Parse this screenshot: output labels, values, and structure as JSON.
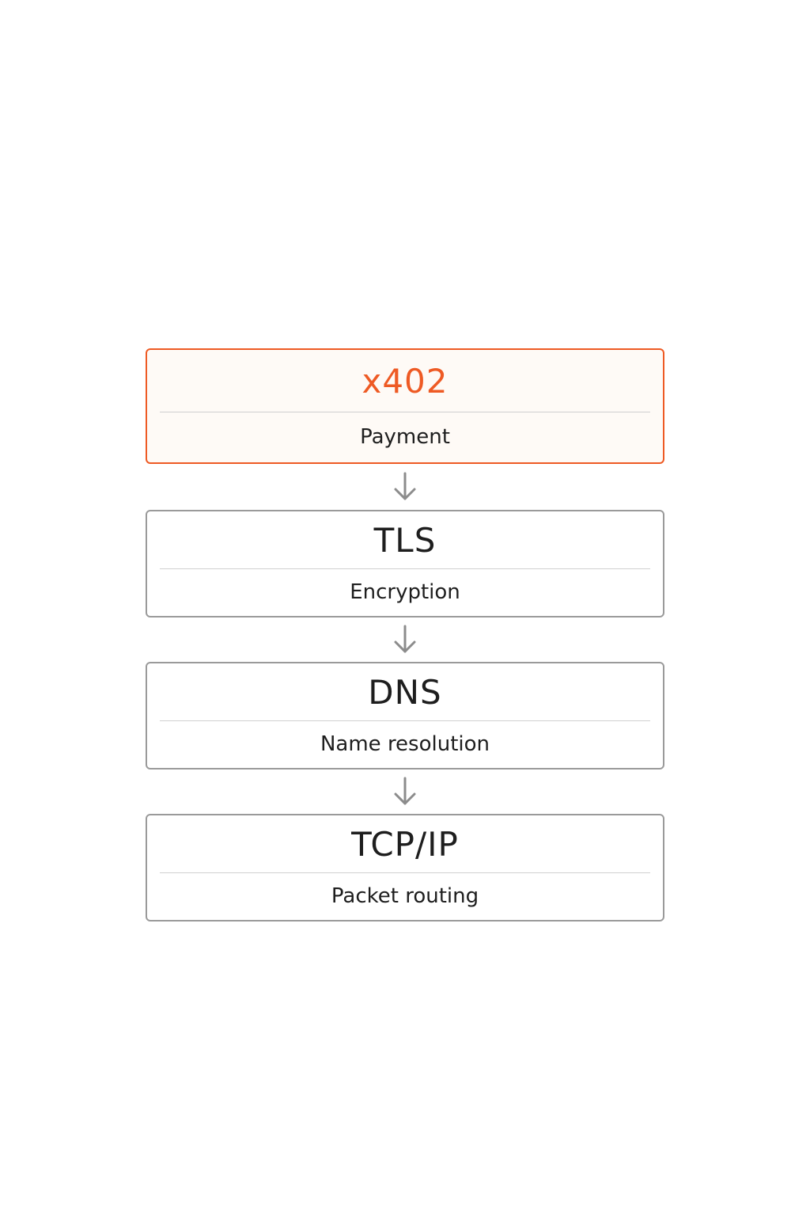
{
  "accent_color": "#ee5a24",
  "arrow_icon": "arrow-down-icon",
  "layers": [
    {
      "title": "x402",
      "subtitle": "Payment",
      "highlighted": true
    },
    {
      "title": "TLS",
      "subtitle": "Encryption",
      "highlighted": false
    },
    {
      "title": "DNS",
      "subtitle": "Name resolution",
      "highlighted": false
    },
    {
      "title": "TCP/IP",
      "subtitle": "Packet routing",
      "highlighted": false
    }
  ]
}
